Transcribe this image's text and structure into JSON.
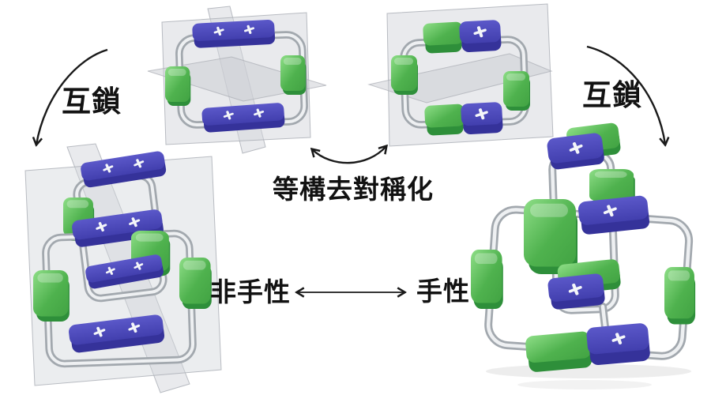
{
  "page": {
    "background": "#ffffff"
  },
  "labels": {
    "interlock_left": "互鎖",
    "interlock_right": "互鎖",
    "desymmetrization": "等構去對稱化",
    "achiral": "非手性",
    "chiral": "手性"
  },
  "symbols": {
    "plus_mark": "+"
  },
  "palette": {
    "blue_unit": "#4643af",
    "blue_unit_dark": "#32308f",
    "green_unit": "#53b253",
    "green_unit_dark": "#2e8f3a",
    "tube_silver": "#a2a8ae",
    "tube_highlight": "#eef0f2",
    "mirror_plane": "#d3d6db",
    "arrow": "#1a1a1a",
    "plus_mark": "#f4f6f9"
  },
  "structures": [
    {
      "id": "macrocycle-symmetric",
      "position": "top-left",
      "mirror_planes": 3,
      "blue_bars": 2,
      "green_blocks": 2,
      "plus_marks": 4
    },
    {
      "id": "macrocycle-desymmetrized",
      "position": "top-right",
      "mirror_planes": 2,
      "green_blue_bars": 2,
      "green_blocks": 2,
      "plus_marks": 2
    },
    {
      "id": "catenane-achiral",
      "position": "bottom-left",
      "mirror_planes": 2,
      "blue_bars": 4,
      "green_blocks": 4,
      "plus_marks": 8
    },
    {
      "id": "catenane-chiral",
      "position": "bottom-right",
      "mirror_planes": 0,
      "green_blue_bars": 4,
      "green_blocks": 4,
      "plus_marks": 4
    }
  ]
}
